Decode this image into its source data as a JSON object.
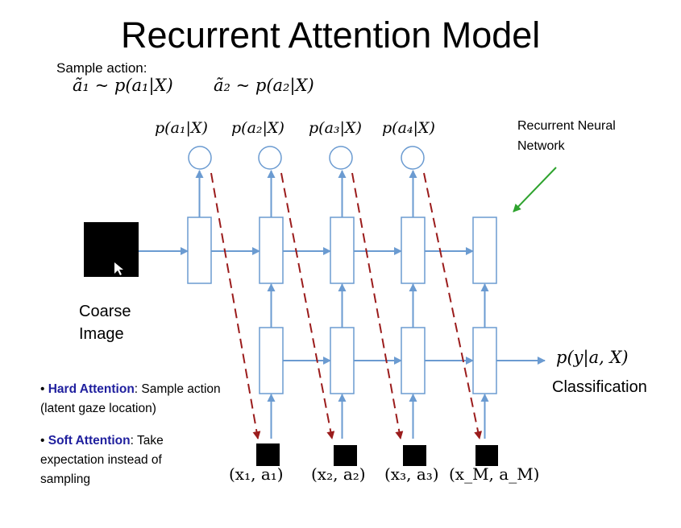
{
  "title": "Recurrent Attention Model",
  "sample_action": {
    "label": "Sample action:",
    "formula1": "ã₁ ~ p(a₁|X)",
    "formula2": "ã₂ ~ p(a₂|X)"
  },
  "outputs": [
    "p(a₁|X)",
    "p(a₂|X)",
    "p(a₃|X)",
    "p(a₄|X)"
  ],
  "rnn_label_line1": "Recurrent Neural",
  "rnn_label_line2": "Network",
  "coarse_line1": "Coarse",
  "coarse_line2": "Image",
  "classification_formula": "p(y|a, X)",
  "classification_label": "Classification",
  "glimpses": [
    "(x₁, a₁)",
    "(x₂, a₂)",
    "(x₃, a₃)",
    "(x_M, a_M)"
  ],
  "bullets": {
    "hard_term": "Hard Attention",
    "hard_rest": ": Sample action (latent gaze location)",
    "soft_term": "Soft Attention",
    "soft_rest": ": Take expectation instead of sampling"
  },
  "colors": {
    "node": "#6b9bd1",
    "dashed": "#9b1c1c",
    "green_arrow": "#2ea32e",
    "term": "#1f1f9e"
  }
}
